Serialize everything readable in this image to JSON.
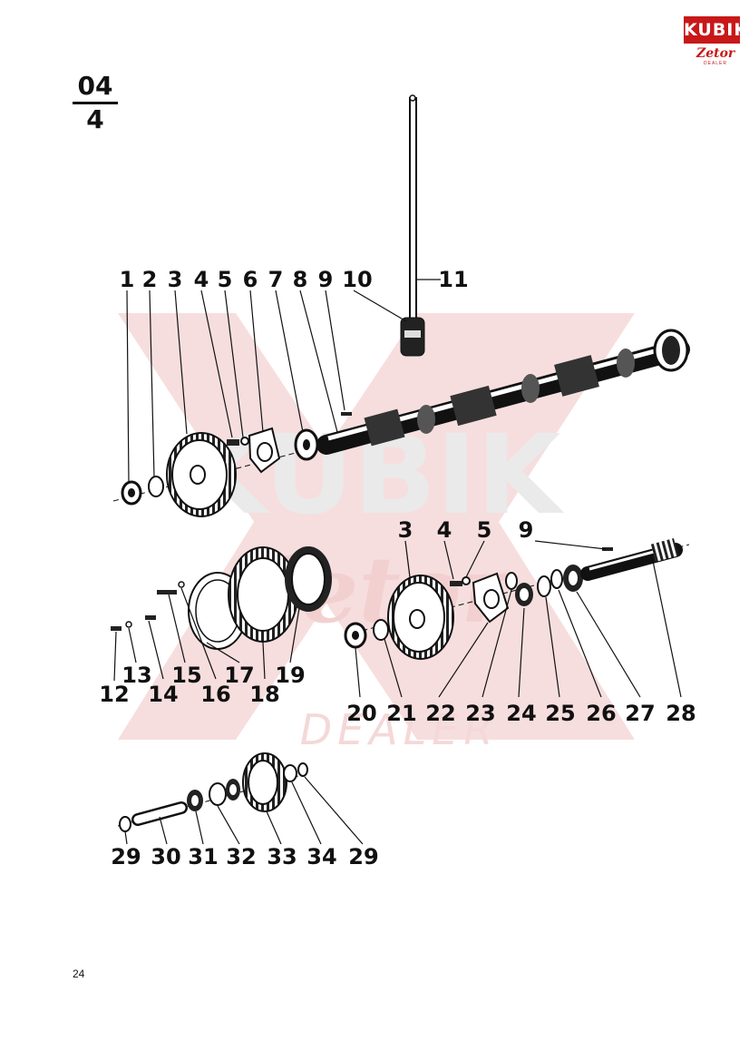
{
  "header": {
    "section_top": "04",
    "section_bottom": "4",
    "page_number": "24"
  },
  "logo": {
    "brand": "KUBIK",
    "sub": "Zetor",
    "tag": "DEALER"
  },
  "watermark": {
    "line1": "KUBIK",
    "line2": "Zetor",
    "line3": "DEALER",
    "color": "#f7dede"
  },
  "callouts": {
    "c1": "1",
    "c2": "2",
    "c3": "3",
    "c4": "4",
    "c5": "5",
    "c6": "6",
    "c7": "7",
    "c8": "8",
    "c9": "9",
    "c10": "10",
    "c11": "11",
    "b3": "3",
    "b4": "4",
    "b5": "5",
    "b9": "9",
    "c12": "12",
    "c13": "13",
    "c14": "14",
    "c15": "15",
    "c16": "16",
    "c17": "17",
    "c18": "18",
    "c19": "19",
    "c20": "20",
    "c21": "21",
    "c22": "22",
    "c23": "23",
    "c24": "24",
    "c25": "25",
    "c26": "26",
    "c27": "27",
    "c28": "28",
    "d29a": "29",
    "c30": "30",
    "c31": "31",
    "c32": "32",
    "c33": "33",
    "c34": "34",
    "d29b": "29"
  }
}
